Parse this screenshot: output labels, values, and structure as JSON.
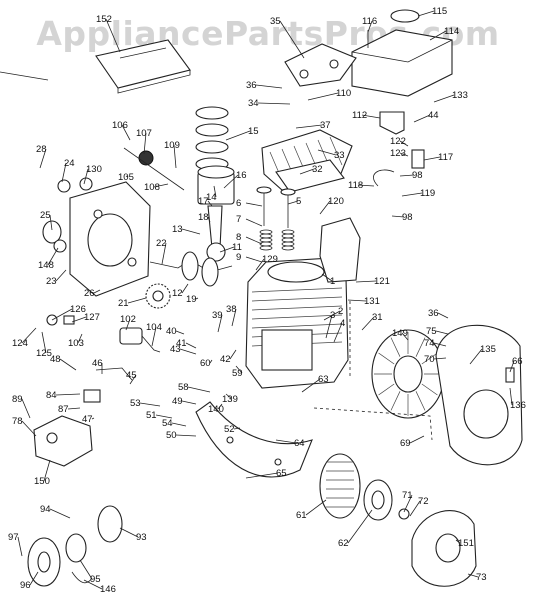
{
  "watermark": "AppliancePartsPros.com",
  "callouts": [
    "152",
    "35",
    "116",
    "115",
    "114",
    "36",
    "34",
    "110",
    "133",
    "37",
    "112",
    "44",
    "106",
    "107",
    "109",
    "15",
    "33",
    "122",
    "123",
    "117",
    "28",
    "24",
    "130",
    "105",
    "108",
    "14",
    "16",
    "32",
    "98",
    "118",
    "119",
    "17",
    "18",
    "6",
    "5",
    "120",
    "98b",
    "25",
    "13",
    "7",
    "148",
    "22",
    "11",
    "8",
    "9",
    "23",
    "26",
    "129",
    "121",
    "1",
    "19",
    "21",
    "12",
    "131",
    "2",
    "124",
    "126",
    "127",
    "102",
    "104",
    "40",
    "39",
    "38",
    "3",
    "31",
    "4",
    "149",
    "36b",
    "75",
    "135",
    "66",
    "125",
    "103",
    "41",
    "43",
    "60",
    "42",
    "74",
    "70",
    "136",
    "48",
    "46",
    "45",
    "59",
    "139",
    "63",
    "84",
    "87",
    "58",
    "62",
    "69",
    "89",
    "49",
    "53",
    "51",
    "54",
    "50",
    "52",
    "140",
    "47",
    "64",
    "78",
    "150",
    "65",
    "61",
    "71",
    "72",
    "94",
    "93",
    "97",
    "96",
    "95",
    "146",
    "151",
    "73"
  ]
}
